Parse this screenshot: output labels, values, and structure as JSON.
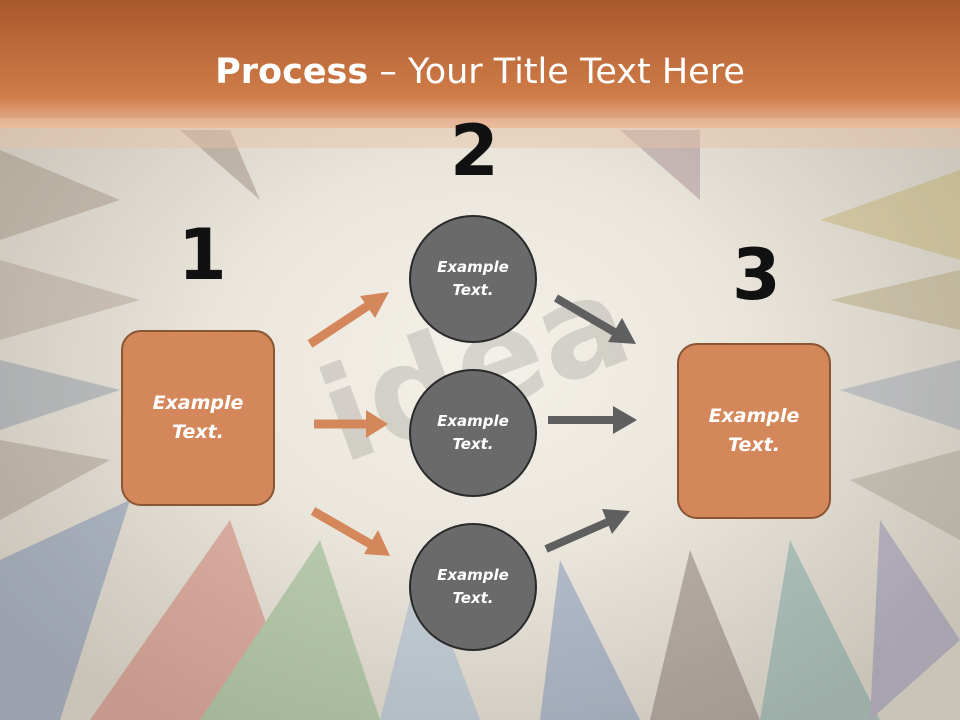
{
  "title": {
    "bold": "Process",
    "rest": " – Your Title Text Here"
  },
  "steps": [
    {
      "number": "1",
      "text_line1": "Example",
      "text_line2": "Text."
    },
    {
      "number": "2"
    },
    {
      "number": "3",
      "text_line1": "Example",
      "text_line2": "Text."
    }
  ],
  "circles": [
    {
      "line1": "Example",
      "line2": "Text."
    },
    {
      "line1": "Example",
      "line2": "Text."
    },
    {
      "line1": "Example",
      "line2": "Text."
    }
  ],
  "background_word": "idea",
  "colors": {
    "header": "#c8733f",
    "box_fill": "#d4875a",
    "circle_fill": "#6a6a6a",
    "orange_arrow": "#d4875a",
    "gray_arrow": "#5f5f5f"
  }
}
